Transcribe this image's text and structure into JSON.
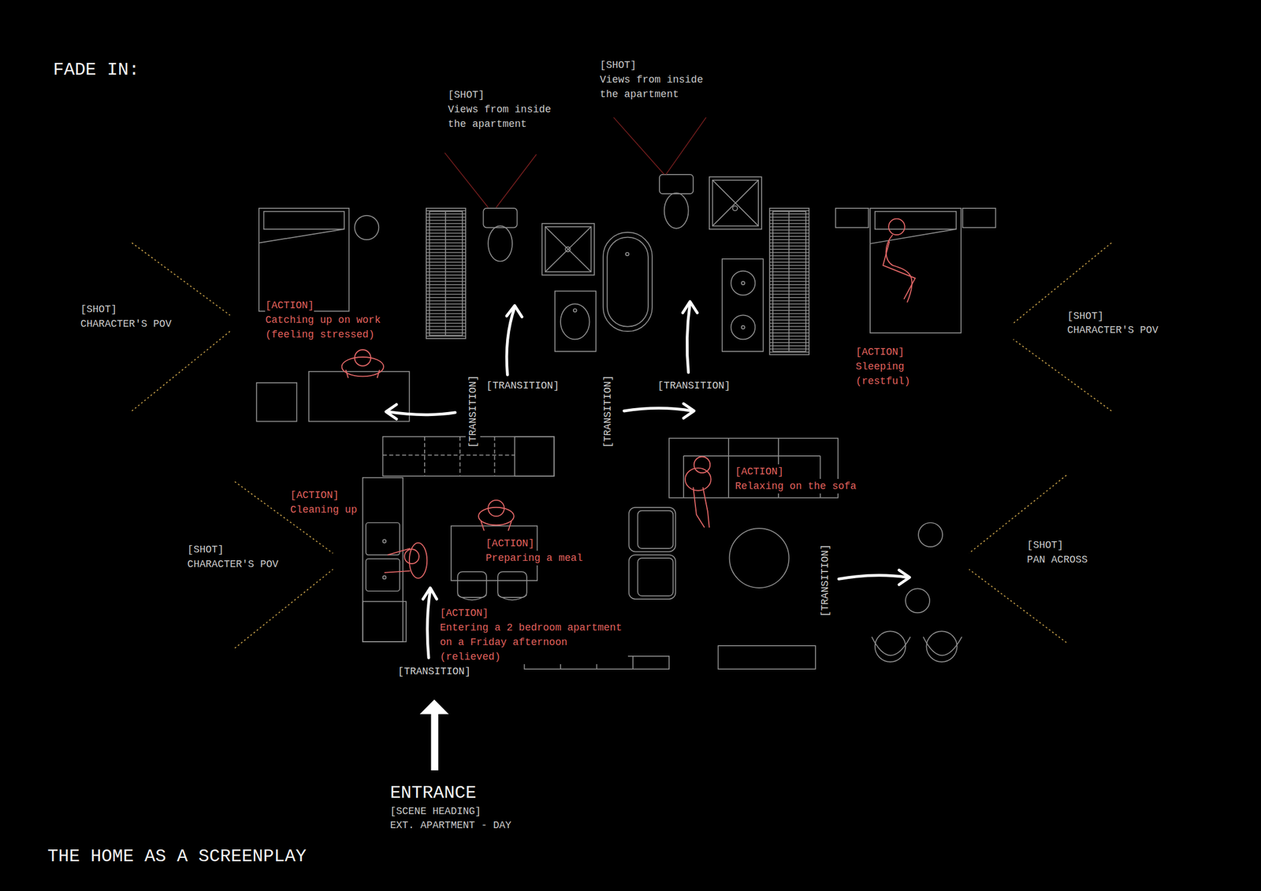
{
  "diagram": {
    "title": "THE HOME AS A SCREENPLAY",
    "labels": [
      "FADE IN:",
      "[SHOT]",
      "Views from inside the apartment",
      "[SHOT]",
      "Views from inside the apartment",
      "[SHOT]",
      "CHARACTER'S POV",
      "[ACTION]",
      "Catching up on work (feeling stressed)",
      "[TRANSITION]",
      "[TRANSITION]",
      "[ACTION]",
      "Sleeping (restful)",
      "[SHOT]",
      "CHARACTER'S POV",
      "[TRANSITION]",
      "[TRANSITION]",
      "[ACTION]",
      "Relaxing on the sofa",
      "[ACTION]",
      "Cleaning up",
      "[SHOT]",
      "CHARACTER'S POV",
      "[ACTION]",
      "Preparing a meal",
      "[SHOT]",
      "PAN ACROSS",
      "[TRANSITION]",
      "[ACTION]",
      "Entering a 2 bedroom apartment on a Friday afternoon (relieved)",
      "[TRANSITION]",
      "ENTRANCE",
      "[SCENE HEADING]",
      "EXT. APARTMENT - DAY"
    ]
  }
}
